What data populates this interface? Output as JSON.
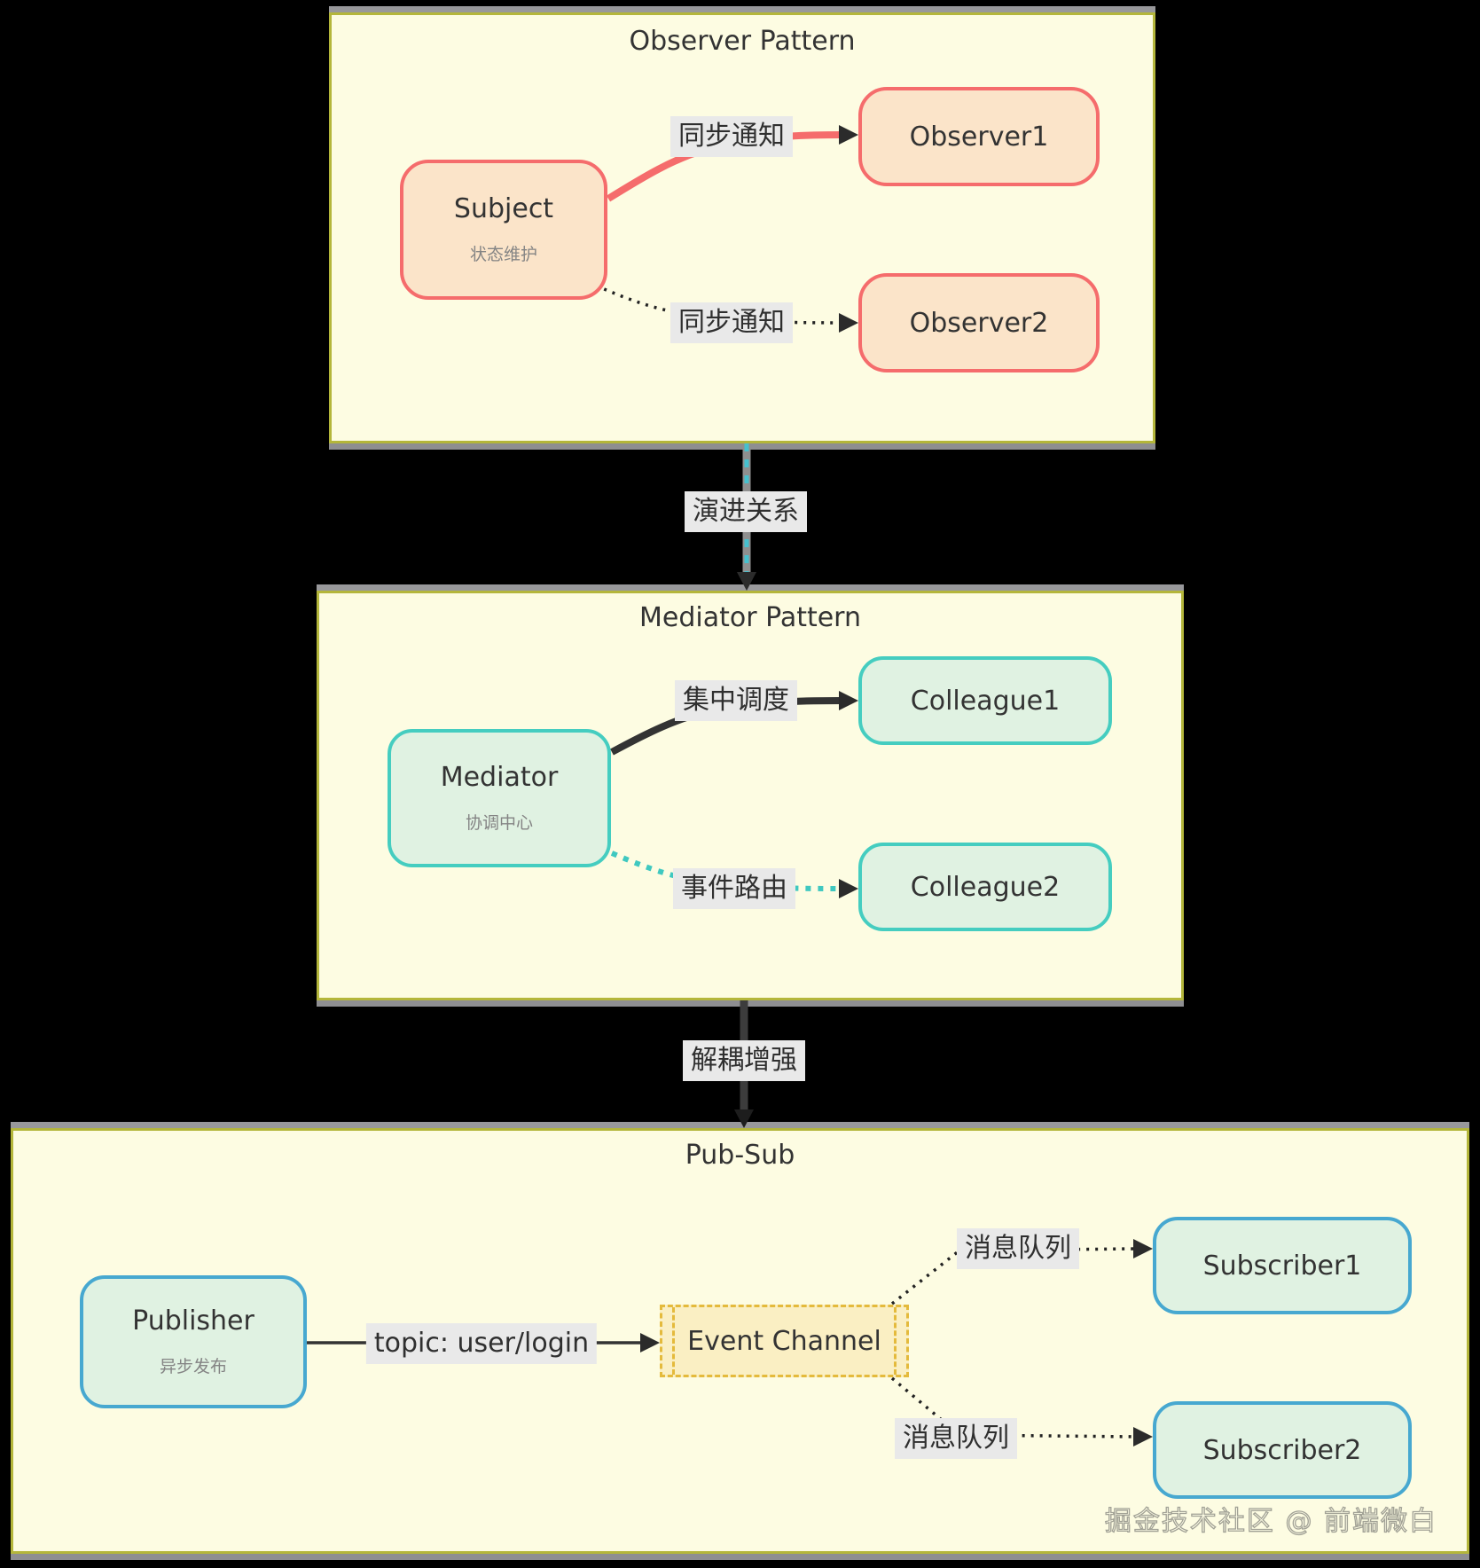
{
  "clusters": {
    "observer": {
      "title": "Observer Pattern",
      "nodes": {
        "subject": {
          "label": "Subject",
          "subtitle": "状态维护"
        },
        "observer1": {
          "label": "Observer1"
        },
        "observer2": {
          "label": "Observer2"
        }
      },
      "edges": {
        "to_observer1": {
          "label": "同步通知"
        },
        "to_observer2": {
          "label": "同步通知"
        }
      }
    },
    "mediator": {
      "title": "Mediator Pattern",
      "nodes": {
        "mediator": {
          "label": "Mediator",
          "subtitle": "协调中心"
        },
        "colleague1": {
          "label": "Colleague1"
        },
        "colleague2": {
          "label": "Colleague2"
        }
      },
      "edges": {
        "to_colleague1": {
          "label": "集中调度"
        },
        "to_colleague2": {
          "label": "事件路由"
        }
      }
    },
    "pubsub": {
      "title": "Pub-Sub",
      "nodes": {
        "publisher": {
          "label": "Publisher",
          "subtitle": "异步发布"
        },
        "event_channel": {
          "label": "Event Channel"
        },
        "subscriber1": {
          "label": "Subscriber1"
        },
        "subscriber2": {
          "label": "Subscriber2"
        }
      },
      "edges": {
        "publish": {
          "label": "topic: user/login"
        },
        "to_subscriber1": {
          "label": "消息队列"
        },
        "to_subscriber2": {
          "label": "消息队列"
        }
      }
    }
  },
  "connectors": {
    "observer_to_mediator": {
      "label": "演进关系"
    },
    "mediator_to_pubsub": {
      "label": "解耦增强"
    }
  },
  "watermark": "掘金技术社区 @ 前端微白",
  "colors": {
    "background": "#000000",
    "cluster_fill": "#fdfce2",
    "cluster_border": "#b4b63b",
    "shadow_bar": "#98989b",
    "peach_fill": "#fbe4c9",
    "red_border": "#f56c6c",
    "green_fill": "#e0f2e2",
    "teal_border": "#45cdc0",
    "blue_border": "#47a8d0",
    "event_channel_fill": "#faefc3",
    "event_channel_border": "#e4ba3c",
    "label_chip_bg": "#e9e9e9",
    "edge_red": "#f56c6c",
    "edge_teal_dotted": "#3fc8c0",
    "evolution_dash_teal": "#46c0ce",
    "evolution_gray": "#8f8f8f",
    "edge_dark": "#3c3c3c",
    "text_dark": "#333333",
    "text_sub": "#848484"
  }
}
